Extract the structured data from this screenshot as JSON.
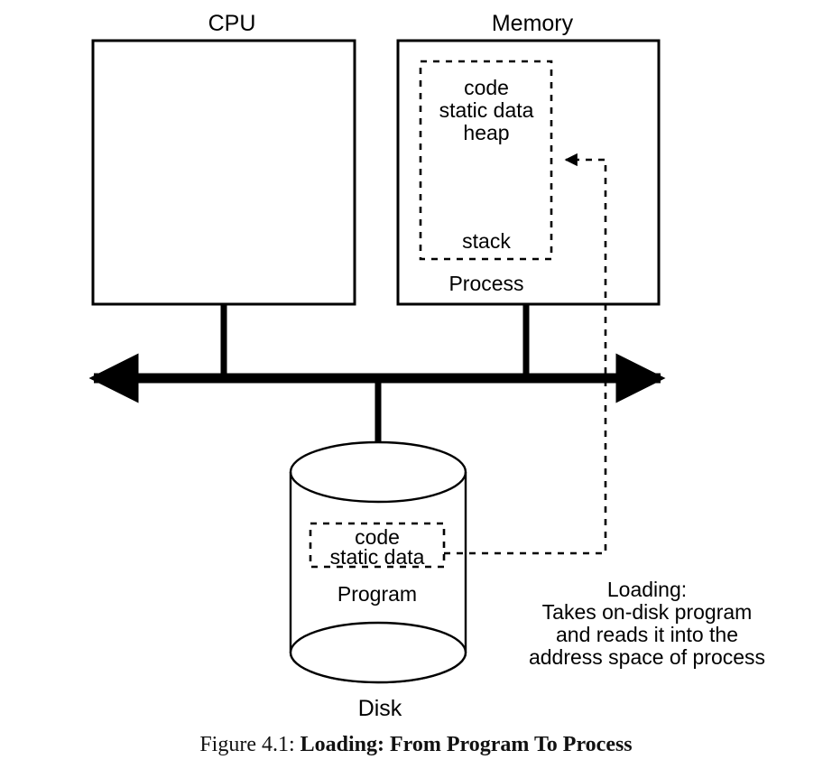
{
  "figure": {
    "caption_label": "Figure 4.1:",
    "caption_title": "Loading: From Program To Process"
  },
  "diagram": {
    "type": "block-diagram",
    "nodes": {
      "cpu": {
        "label": "CPU"
      },
      "memory": {
        "label": "Memory",
        "process_box": {
          "label": "Process",
          "top_segments": [
            "code",
            "static data",
            "heap"
          ],
          "bottom_segment": "stack"
        }
      },
      "disk": {
        "label": "Disk",
        "program_box": {
          "label": "Program",
          "segments": [
            "code",
            "static data"
          ]
        }
      }
    },
    "annotation": {
      "line1": "Loading:",
      "line2": "Takes on-disk program",
      "line3": "and reads it into the",
      "line4": "address space of process"
    },
    "colors": {
      "stroke": "#000000",
      "background": "#ffffff"
    }
  }
}
